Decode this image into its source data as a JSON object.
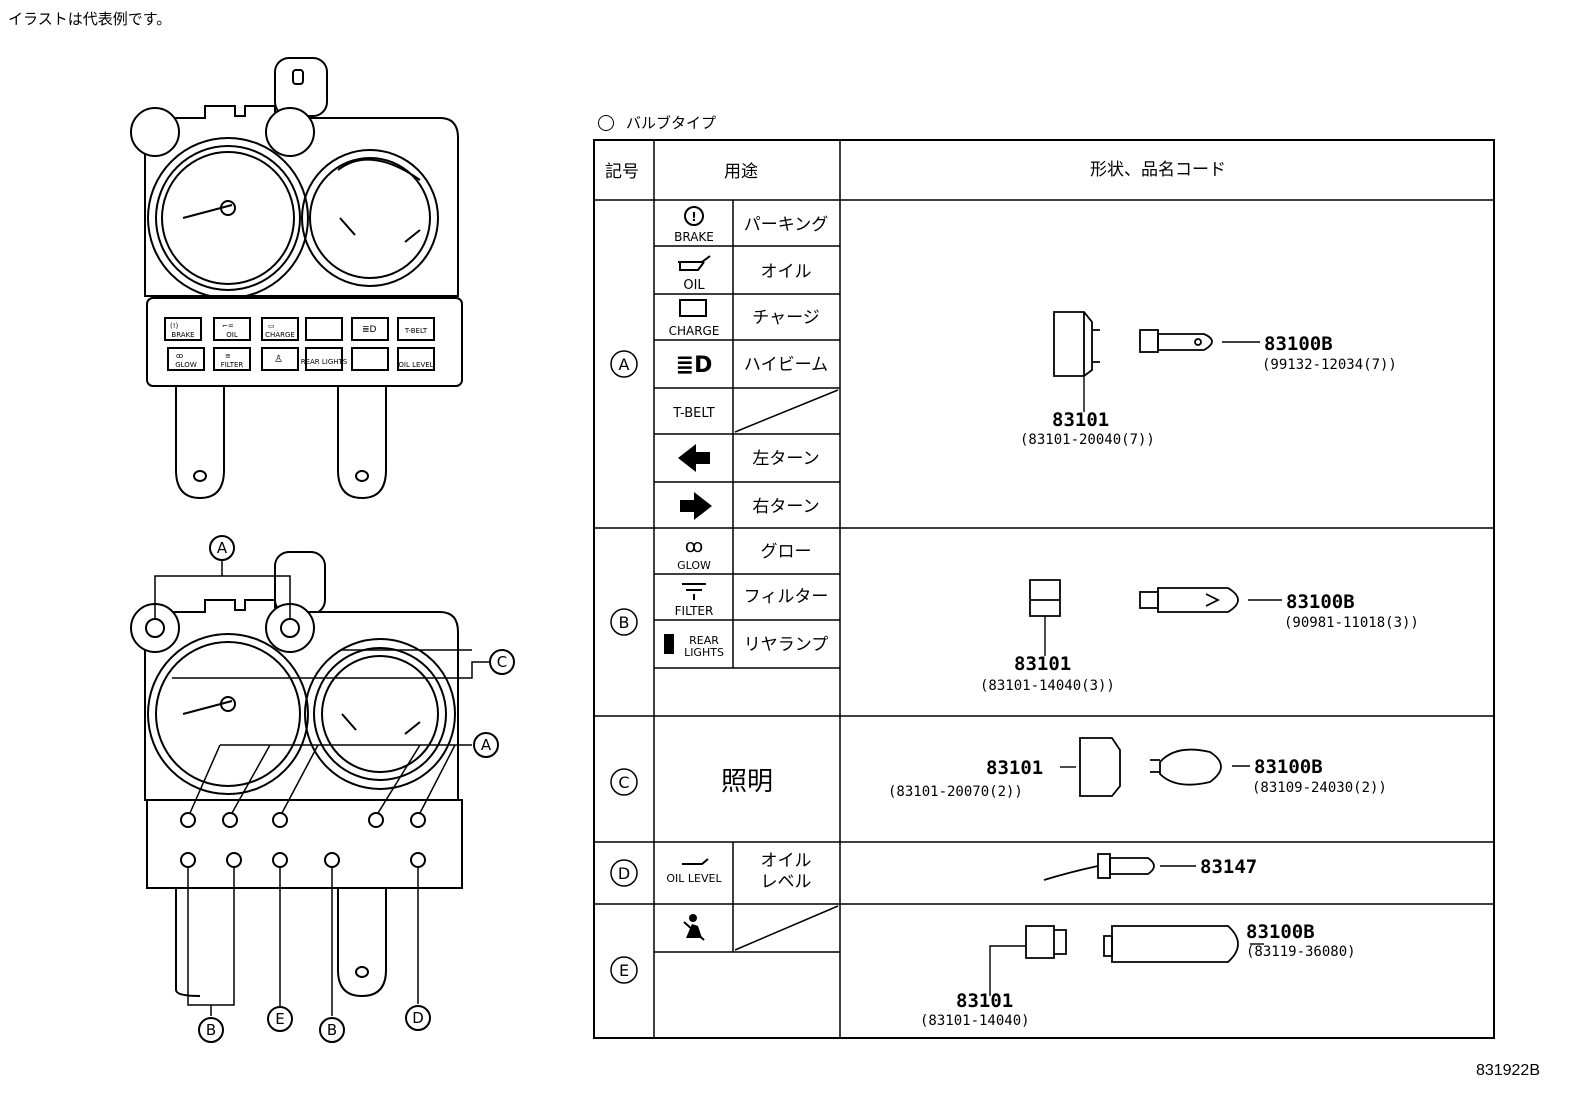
{
  "header": {
    "caption": "イラストは代表例です。",
    "legend": "バルブタイプ",
    "illustration_code": "831922B"
  },
  "table": {
    "headers": {
      "symbol": "記号",
      "usage": "用途",
      "shape": "形状、品名コード"
    },
    "rows": [
      {
        "symbol": "A",
        "items": [
          {
            "icon_label": "BRAKE",
            "label": "パーキング"
          },
          {
            "icon_label": "OIL",
            "label": "オイル"
          },
          {
            "icon_label": "CHARGE",
            "label": "チャージ"
          },
          {
            "icon_label": "",
            "label": "ハイビーム"
          },
          {
            "icon_label": "T-BELT",
            "label": ""
          },
          {
            "icon_label": "",
            "label": "左ターン"
          },
          {
            "icon_label": "",
            "label": "右ターン"
          }
        ],
        "socket": {
          "number": "83101",
          "code": "(83101-20040(7))"
        },
        "bulb": {
          "number": "83100B",
          "code": "(99132-12034(7))"
        }
      },
      {
        "symbol": "B",
        "items": [
          {
            "icon_label": "GLOW",
            "label": "グロー"
          },
          {
            "icon_label": "FILTER",
            "label": "フィルター"
          },
          {
            "icon_label_1": "REAR",
            "icon_label_2": "LIGHTS",
            "label": "リヤランプ"
          }
        ],
        "socket": {
          "number": "83101",
          "code": "(83101-14040(3))"
        },
        "bulb": {
          "number": "83100B",
          "code": "(90981-11018(3))"
        }
      },
      {
        "symbol": "C",
        "usage": "照明",
        "socket": {
          "number": "83101",
          "code": "(83101-20070(2))"
        },
        "bulb": {
          "number": "83100B",
          "code": "(83109-24030(2))"
        }
      },
      {
        "symbol": "D",
        "icon_label": "OIL LEVEL",
        "label_1": "オイル",
        "label_2": "レベル",
        "bulb": {
          "number": "83147"
        }
      },
      {
        "symbol": "E",
        "socket": {
          "number": "83101",
          "code": "(83101-14040)"
        },
        "bulb": {
          "number": "83100B",
          "code": "(83119-36080)"
        }
      }
    ]
  },
  "panel": {
    "indicators_top": [
      "BRAKE",
      "OIL",
      "CHARGE",
      "",
      "",
      "T-BELT"
    ],
    "indicators_bottom": [
      "GLOW",
      "FILTER",
      "",
      "REAR LIGHTS",
      "",
      "OIL LEVEL"
    ],
    "callouts": {
      "a1": "A",
      "a2": "A",
      "c": "C",
      "b1": "B",
      "e": "E",
      "b2": "B",
      "d": "D"
    }
  }
}
